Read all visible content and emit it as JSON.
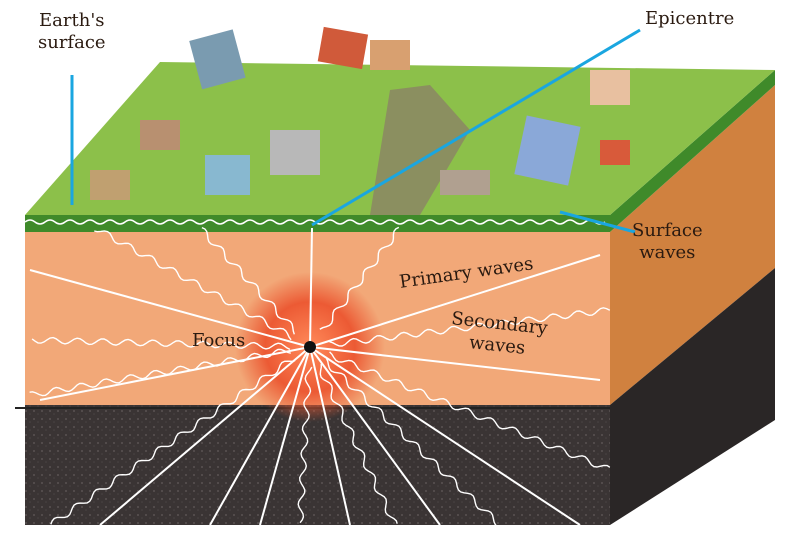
{
  "labels": {
    "earth_surface_line1": "Earth's",
    "earth_surface_line2": "surface",
    "epicentre": "Epicentre",
    "surface_waves_line1": "Surface",
    "surface_waves_line2": "waves",
    "primary_waves": "Primary waves",
    "secondary_waves_line1": "Secondary",
    "secondary_waves_line2": "waves",
    "focus": "Focus"
  },
  "colors": {
    "grass": "#8cc04a",
    "grass_edge": "#3f8a2a",
    "crust": "#f2a878",
    "crust_side": "#d0813f",
    "mantle": "#3a3434",
    "mantle_side": "#2a2626",
    "glow": "#ec5a34",
    "pointer": "#1aa6e0"
  }
}
